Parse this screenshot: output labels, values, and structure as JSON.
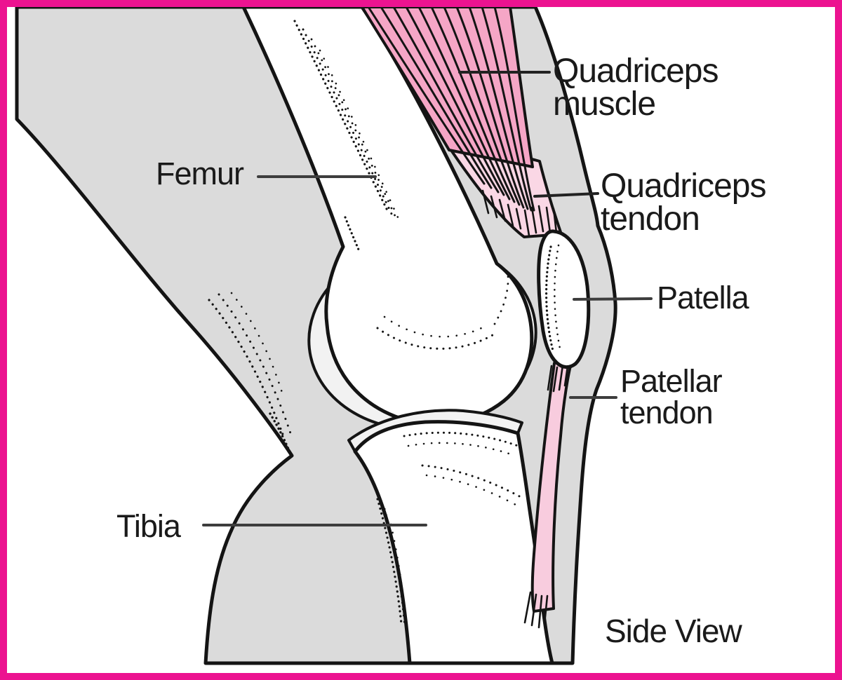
{
  "figure": {
    "type": "anatomical-diagram",
    "subject": "Knee joint, lateral cutaway",
    "view_label": "Side View",
    "border_color": "#EC1390",
    "colors": {
      "skin_tissue": "#DBDBDB",
      "bone": "#FFFFFF",
      "cartilage": "#F2F2F2",
      "muscle": "#F5A6C6",
      "quadriceps_tendon": "#FAD7E5",
      "patellar_tendon": "#F8CCDE",
      "outline": "#141414",
      "leader_line": "#3d3d3d"
    },
    "labels": {
      "quadriceps_muscle": {
        "line1": "Quadriceps",
        "line2": "muscle"
      },
      "quadriceps_tendon": {
        "line1": "Quadriceps",
        "line2": "tendon"
      },
      "patella": {
        "text": "Patella"
      },
      "patellar_tendon": {
        "line1": "Patellar",
        "line2": "tendon"
      },
      "femur": {
        "text": "Femur"
      },
      "tibia": {
        "text": "Tibia"
      }
    }
  }
}
